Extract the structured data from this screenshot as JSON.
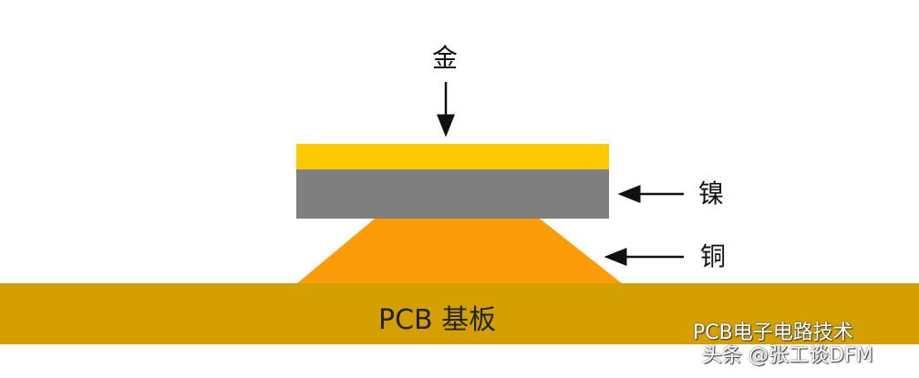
{
  "labels": {
    "gold": "金",
    "nickel": "镍",
    "copper": "铜",
    "base": "PCB 基板"
  },
  "watermark": {
    "line1": "PCB电子电路技术",
    "line2": "头条 @张工谈DFM"
  },
  "colors": {
    "gold": "#fcc800",
    "nickel": "#7f7f7f",
    "copper": "#fb9c08",
    "base": "#d4a000"
  }
}
